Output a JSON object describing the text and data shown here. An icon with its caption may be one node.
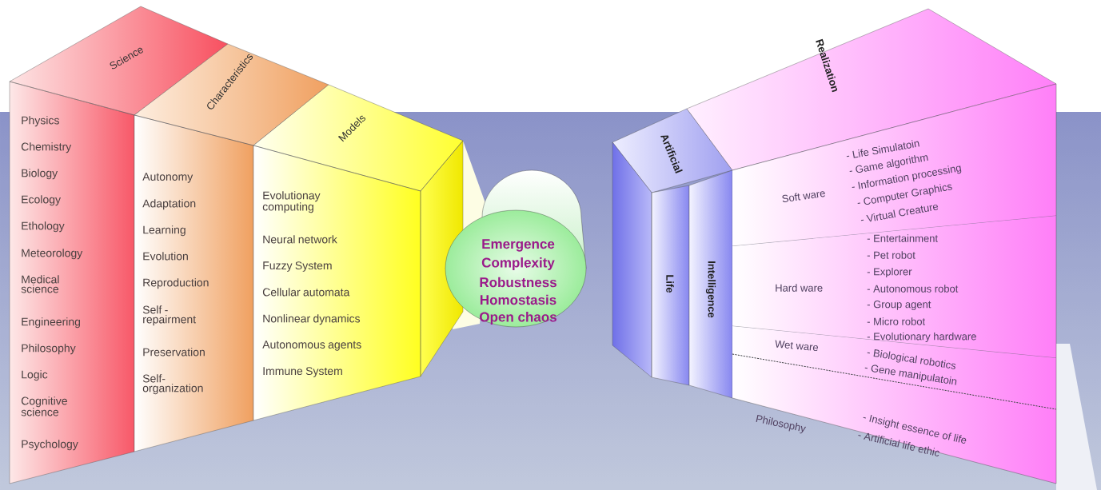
{
  "diagram": {
    "nodes": [
      {
        "text": [
          "Science",
          "Physics",
          "Chemistry",
          "Biology",
          "Ecology",
          "Ethology",
          "Meteorology",
          "Medical science",
          "Engineering",
          "Philosophy",
          "Logic",
          "Cognitive science",
          "Psychology"
        ]
      },
      {
        "text": [
          "Characteristics",
          "Autonomy",
          "Adaptation",
          "Learning",
          "Evolution",
          "Reproduction",
          "Self - repairment",
          "Preservation",
          "Self- organization"
        ]
      },
      {
        "text": [
          "Models",
          "Evolutionay computing",
          "Neural network",
          "Fuzzy System",
          "Cellular automata",
          "Nonlinear dynamics",
          "Autonomous agents",
          "Immune System"
        ]
      },
      {
        "text": [
          "Emergence",
          "Complexity",
          "Robustness",
          "Homostasis",
          "Open chaos"
        ]
      },
      {
        "text": [
          "Artificial"
        ]
      },
      {
        "text": [
          "Life"
        ]
      },
      {
        "text": [
          "Intelligence"
        ]
      },
      {
        "text": [
          "Realization"
        ]
      },
      {
        "text": [
          "Soft ware",
          "- Life Simulatoin",
          "- Game algorithm",
          "- Information processing",
          "- Computer Graphics",
          "- Virtual Creature"
        ]
      },
      {
        "text": [
          "Hard ware",
          "- Entertainment",
          "- Pet robot",
          "- Explorer",
          "- Autonomous robot",
          "- Group agent",
          "- Micro robot",
          "- Evolutionary hardware"
        ]
      },
      {
        "text": [
          "Wet ware",
          "- Biological robotics",
          "- Gene manipulatoin"
        ]
      },
      {
        "text": [
          "Philosophy",
          "- Insight essence of life",
          "- Artificial life ethic"
        ]
      }
    ]
  }
}
